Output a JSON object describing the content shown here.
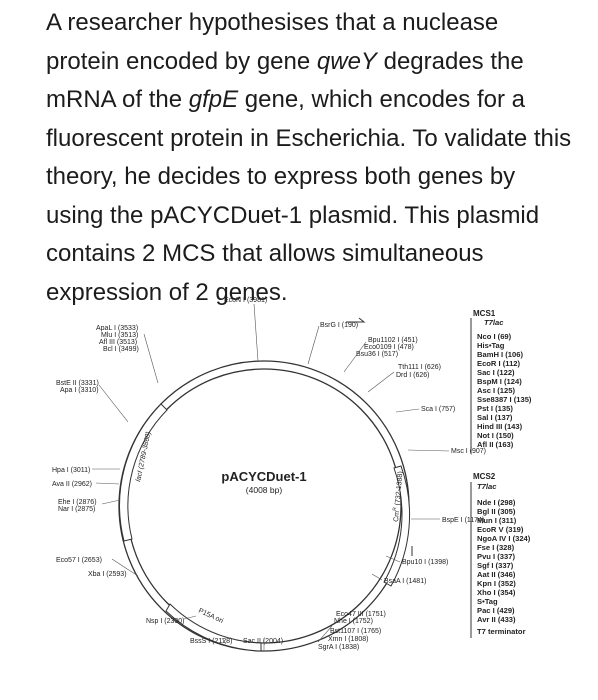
{
  "question": {
    "p1": "A researcher hypothesises that a nuclease protein encoded by gene ",
    "gene1": "qweY",
    "p2": " degrades the mRNA of the ",
    "gene2": "gfpE",
    "p3": " gene, which encodes for a fluorescent protein in Escherichia. To validate this theory, he decides to express both genes by using the pACYCDuet-1 plasmid. This plasmid contains 2 MCS that allows simultaneous expression of 2 genes."
  },
  "plasmid": {
    "name": "pACYCDuet-1",
    "size": "(4008 bp)",
    "features": {
      "lacI": "lacI (2789-3868)",
      "cmR": "Cm",
      "cmR_sup": "R",
      "cmR_range": " (732-1388)",
      "p15a": "P15A ori"
    },
    "mcs1": {
      "title": "MCS1",
      "sub": "T7lac",
      "sites": [
        "Nco I (69)",
        "His•Tag",
        "BamH I (106)",
        "EcoR I (112)",
        "Sac I (122)",
        "BspM I (124)",
        "Asc I (125)",
        "Sse8387 I (135)",
        "Pst I (135)",
        "Sal I (137)",
        "Hind III (143)",
        "Not I (150)",
        "Afl II (163)"
      ]
    },
    "mcs2": {
      "title": "MCS2",
      "sub": "T7lac",
      "sites": [
        "Nde I (298)",
        "Bgl II (305)",
        "Mun I (311)",
        "EcoR V (319)",
        "NgoA IV I (324)",
        "Fse I (328)",
        "Pvu I (337)",
        "Sgf I (337)",
        "Aat II (346)",
        "Kpn I (352)",
        "Xho I (354)",
        "S•Tag",
        "Pac I (429)",
        "Avr II (433)",
        "T7 terminator"
      ]
    },
    "sites": {
      "econ": "EcoN I (3981)",
      "bsrg": "BsrG I (190)",
      "apal": "ApaL I (3533)",
      "mlu": "Mlu I (3513)",
      "afl3": "Afl III (3513)",
      "bcl": "Bcl I (3499)",
      "bste2": "BstE II (3331)",
      "apa": "Apa I (3310)",
      "hpa": "Hpa I (3011)",
      "ava2": "Ava II (2962)",
      "ehe": "Ehe I (2876)",
      "nar": "Nar I (2875)",
      "eco57": "Eco57 I (2653)",
      "xba": "Xba I (2593)",
      "nsp": "Nsp I (2330)",
      "bss": "BssS I (2128)",
      "sac2": "Sac II (2004)",
      "bpu1102": "Bpu1102 I (451)",
      "eco0109": "Eco0109 I (478)",
      "bsu36": "Bsu36 I (517)",
      "tth111": "Tth111 I (626)",
      "drd": "Drd I (626)",
      "sca": "Sca I (757)",
      "msc": "Msc I (907)",
      "bspe": "BspE I (1174)",
      "bpu10": "Bpu10 I (1398)",
      "bsaa": "BsaA I (1481)",
      "eco47": "Eco47 III (1751)",
      "nhe": "Nhe I (1752)",
      "bst1107": "Bst1107 I (1765)",
      "xmn": "Xmn I (1808)",
      "sgra": "SgrA I (1838)"
    }
  }
}
